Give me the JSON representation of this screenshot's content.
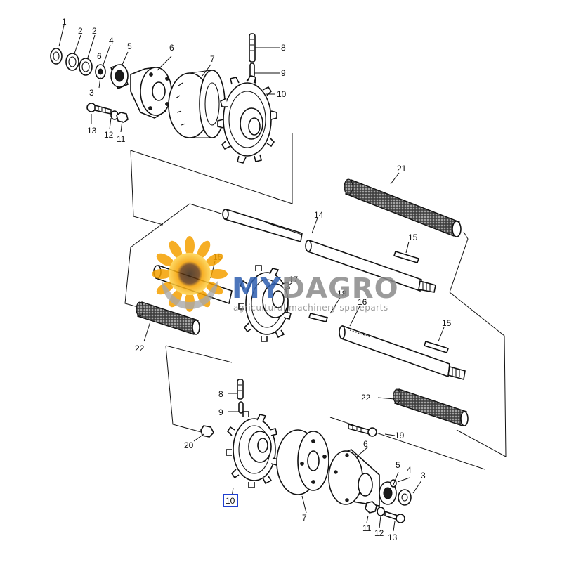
{
  "watermark": {
    "brand_a": "MY",
    "brand_b": "DAGRO",
    "tagline": "agricultural machinery spareparts",
    "color_blue": "#2f5fb0",
    "color_gray": "#8a8a8a",
    "color_sun": "#f5a100"
  },
  "labels": {
    "l1": "1",
    "l2a": "2",
    "l2b": "2",
    "l4": "4",
    "l6a": "6",
    "l3": "3",
    "l5": "5",
    "l6": "6",
    "l7": "7",
    "l8": "8",
    "l9": "9",
    "l10": "10",
    "l13": "13",
    "l12": "12",
    "l11": "11",
    "l21": "21",
    "l14": "14",
    "l15": "15",
    "l16a": "16",
    "l17": "17",
    "l18": "18",
    "l16b": "16",
    "l15b": "15",
    "l22a": "22",
    "l22b": "22",
    "b8": "8",
    "b9": "9",
    "b20": "20",
    "b19": "19",
    "b6": "6",
    "b5": "5",
    "b4": "4",
    "b3": "3",
    "b10": "10",
    "b7": "7",
    "b11": "11",
    "b12": "12",
    "b13": "13"
  },
  "highlight": {
    "label": "10",
    "color": "#1f3fd0"
  }
}
